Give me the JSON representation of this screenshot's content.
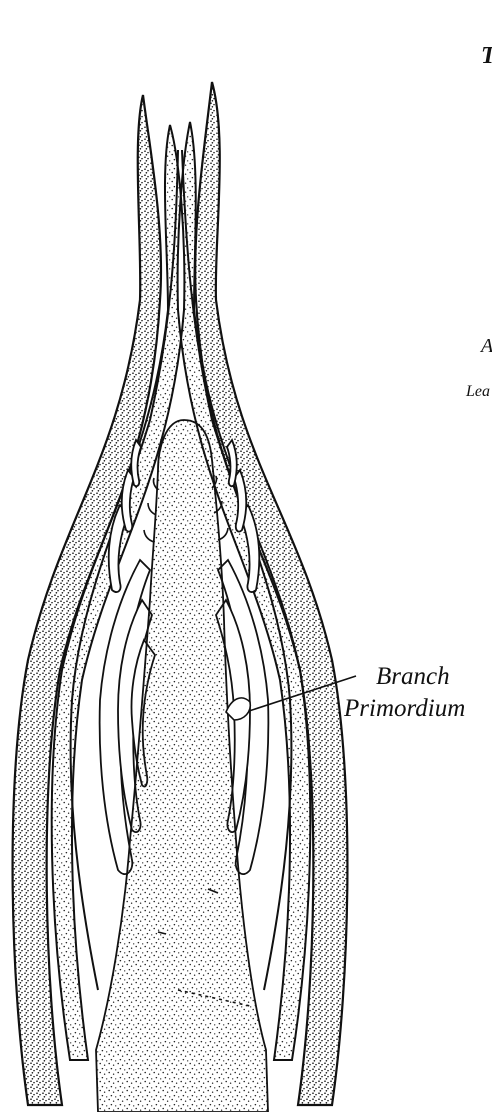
{
  "labels": {
    "branch_line1": "Branch",
    "branch_line2": "Primordium",
    "clipped_top": "T",
    "clipped_mid": "A",
    "clipped_leaf": "Lea"
  },
  "colors": {
    "ink": "#111111",
    "background": "#ffffff"
  }
}
